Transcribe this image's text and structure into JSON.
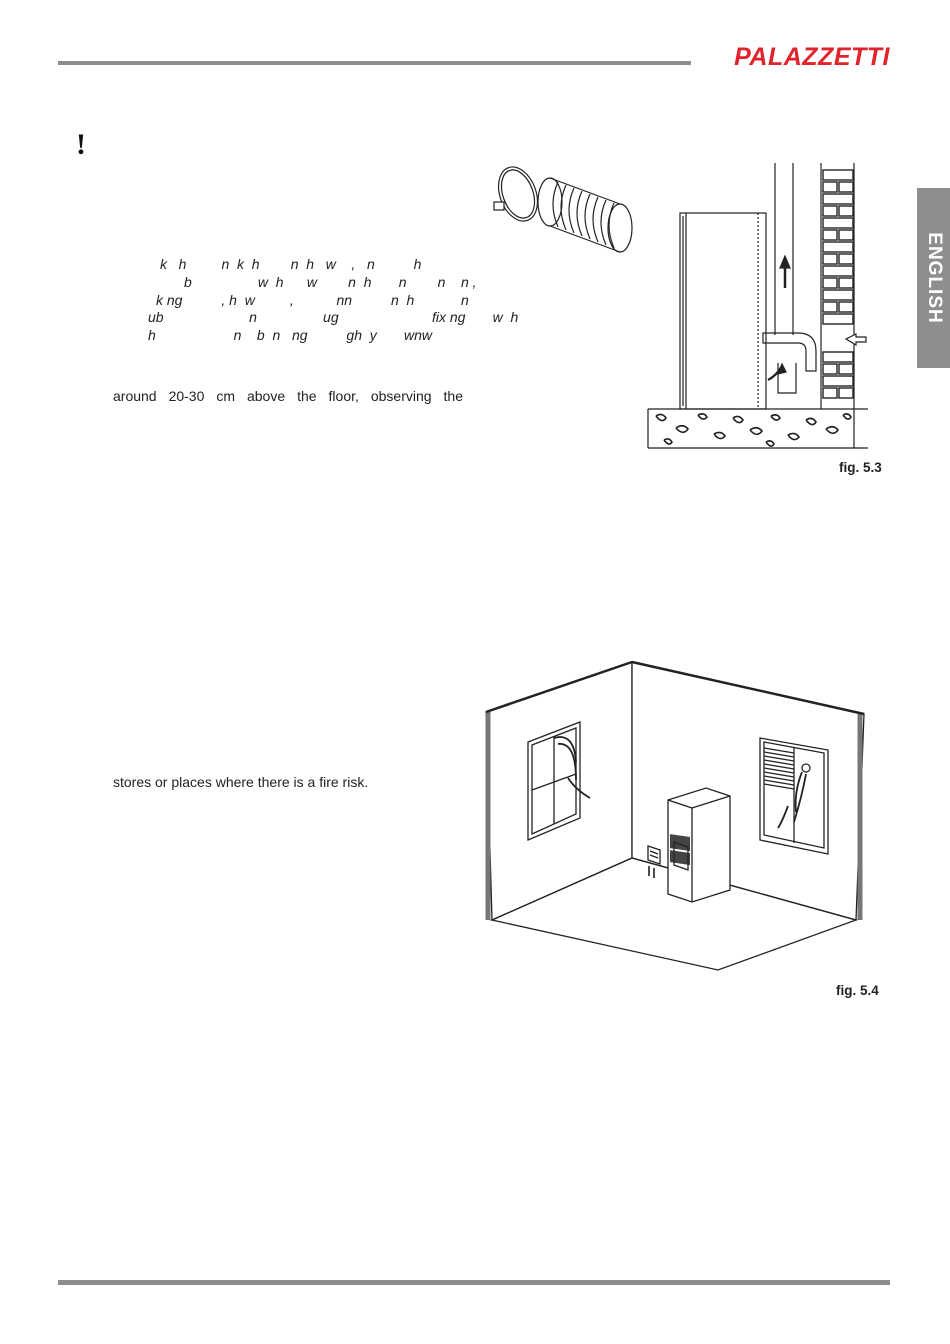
{
  "header": {
    "brand": "PALAZZETTI",
    "brand_color": "#e0232d"
  },
  "side_tab": {
    "label": "ENGLISH"
  },
  "warning": {
    "symbol": "!"
  },
  "garbled_lines": [
    "k   h         n  k  h        n  h   w    ,   n          h",
    "b                 w  h      w        n  h       n        n    n ,",
    "k ng          , h  w         ,           nn          n  h            n",
    "ub                      n                 ug                        fix ng       w  h",
    "h                    n    b  n   ng          gh  y       wnw"
  ],
  "paragraphs": {
    "floor_text": "around 20-30 cm above the floor, observing the",
    "risk_text": "stores or places where there is a fire risk."
  },
  "figures": {
    "fig_5_3": {
      "caption": "fig. 5.3"
    },
    "fig_5_4": {
      "caption": "fig. 5.4"
    }
  }
}
